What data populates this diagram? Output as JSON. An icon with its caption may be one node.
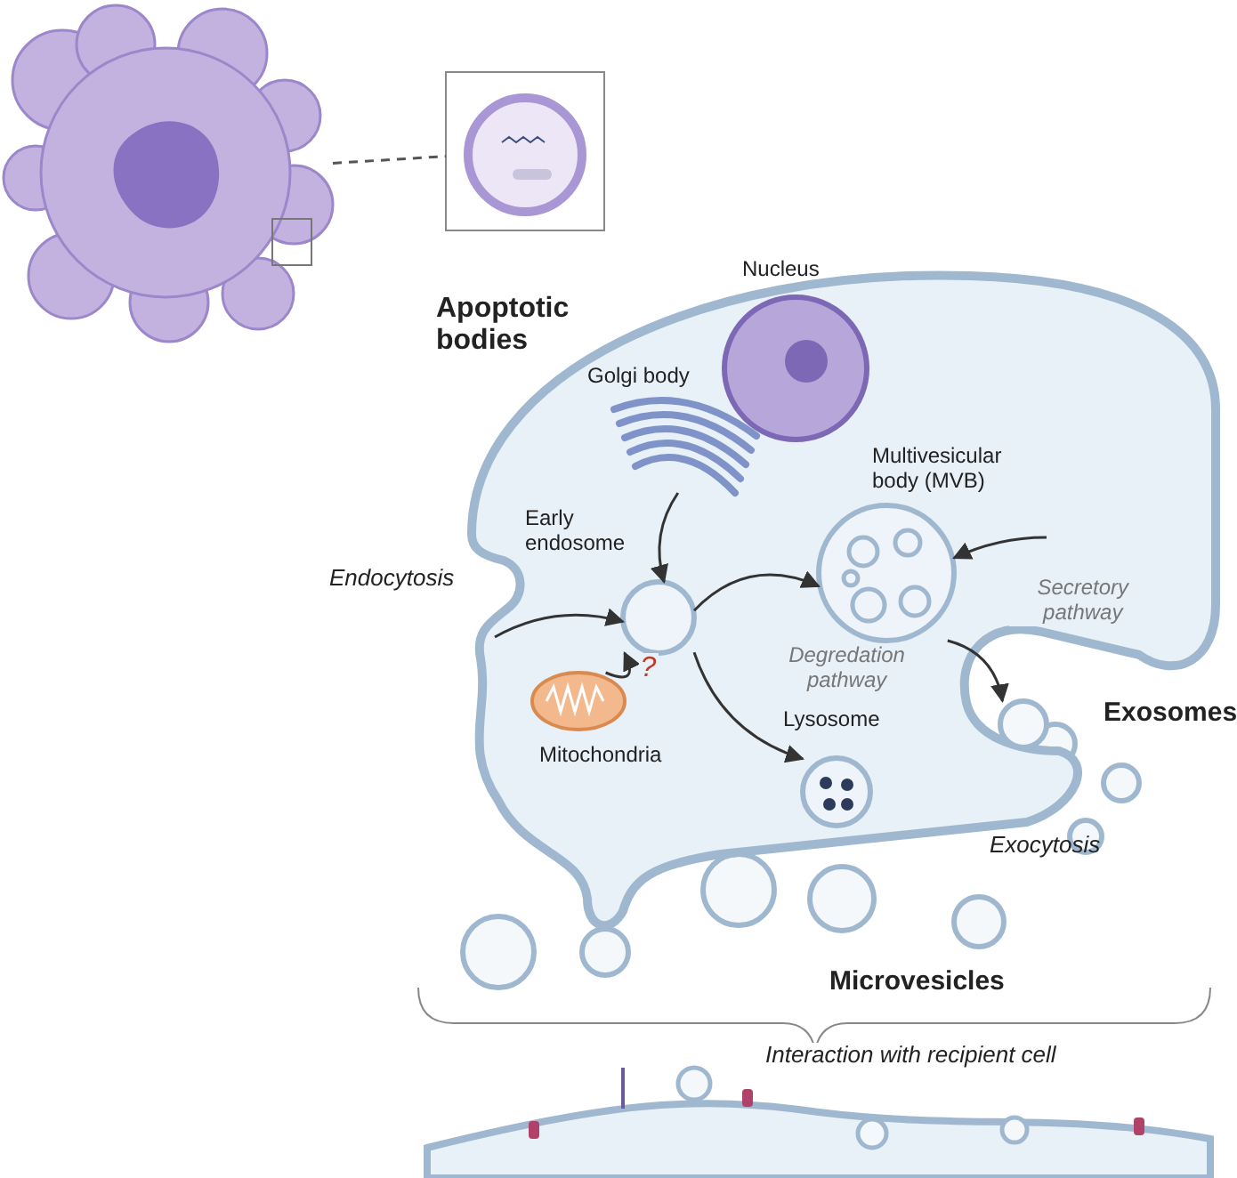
{
  "diagram": {
    "nodes": [
      {
        "text": [],
        "shape": "picture"
      },
      {
        "text": [],
        "shape": "picture"
      },
      {
        "text": [],
        "shape": "picture"
      },
      {
        "text": [
          "Nucleus"
        ],
        "in": 2
      },
      {
        "text": [
          "Golgi body"
        ],
        "in": 2
      },
      {
        "text": [
          "Early endosome"
        ],
        "in": 2
      },
      {
        "text": [
          "Multivesicular body (MVB)"
        ],
        "in": 2
      },
      {
        "text": [
          "Lysosome"
        ],
        "in": 2
      },
      {
        "text": [
          "Mitochondria"
        ],
        "in": 2
      },
      {
        "text": [],
        "shape": "circle"
      },
      {
        "text": [],
        "shape": "picture"
      }
    ],
    "edges": [
      {
        "from": 0,
        "to": 1,
        "arrow": "none",
        "style": "dashed",
        "color": "#555555"
      },
      {
        "from": null,
        "to": 5,
        "arrow": "to"
      },
      {
        "from": 4,
        "to": 5,
        "arrow": "to"
      },
      {
        "from": 8,
        "to": 5,
        "arrow": "to",
        "label": "?"
      },
      {
        "from": 5,
        "to": 6,
        "arrow": "to"
      },
      {
        "from": 5,
        "to": 7,
        "arrow": "to",
        "label": "Degredation pathway"
      },
      {
        "from": 6,
        "to": 9,
        "arrow": "to",
        "label": "Secretory pathway"
      },
      {
        "from": null,
        "to": 6,
        "arrow": "to"
      }
    ],
    "labels": [
      "Apoptotic bodies",
      "Endocytosis",
      "Exosomes",
      "Exocytosis",
      "Microvesicles",
      "Interaction with recipient cell"
    ]
  }
}
